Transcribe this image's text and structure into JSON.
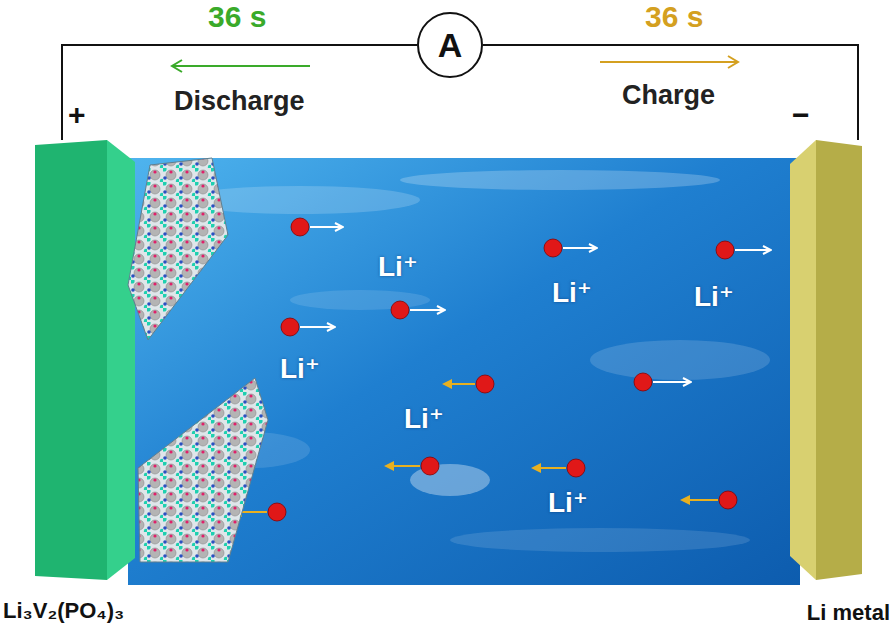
{
  "diagram": {
    "nodes": [
      {
        "text": [
          "+",
          "Li₃V₂(PO₄)₃"
        ]
      },
      {
        "text": [
          "A"
        ]
      },
      {
        "text": [
          "−",
          "Li metal"
        ]
      }
    ],
    "edges": [
      {
        "from": 0,
        "to": 1,
        "arrow": "none"
      },
      {
        "from": 1,
        "to": 2,
        "arrow": "none"
      }
    ],
    "labels": [
      "36 s",
      "Discharge",
      "36 s",
      "Charge",
      "Li⁺",
      "Li⁺",
      "Li⁺",
      "Li⁺",
      "Li⁺",
      "Li⁺"
    ]
  }
}
